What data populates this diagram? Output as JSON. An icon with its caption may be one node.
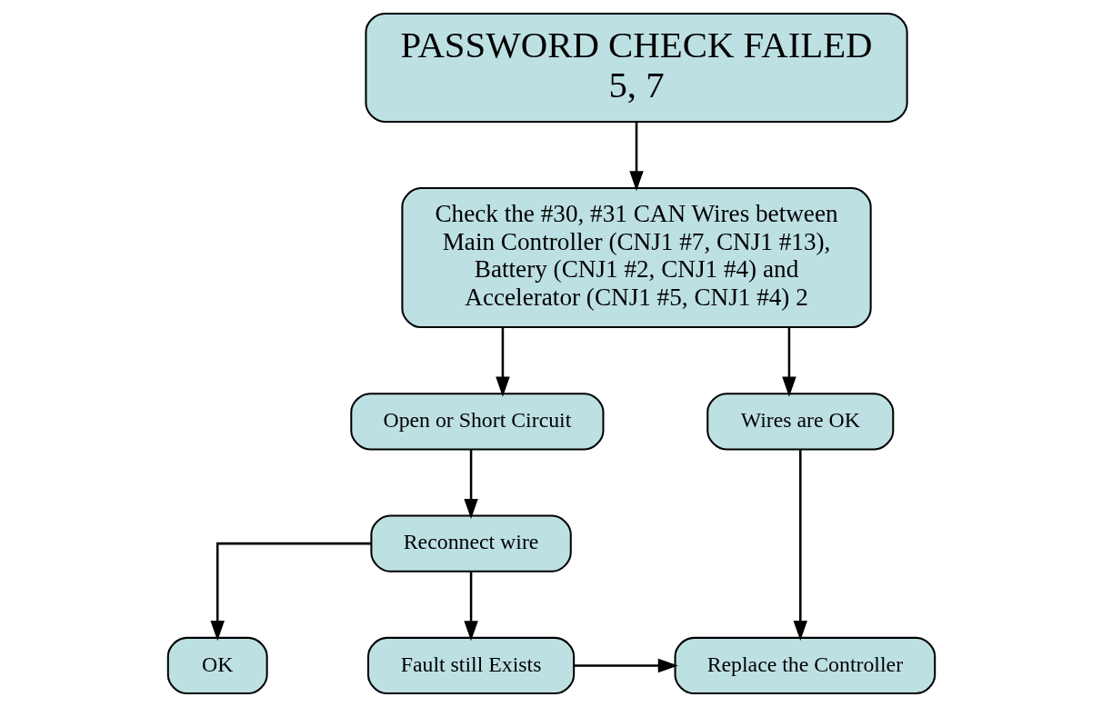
{
  "diagram": {
    "nodes": [
      {
        "text": [
          "PASSWORD CHECK FAILED",
          "5, 7"
        ]
      },
      {
        "text": [
          "Check the #30, #31 CAN Wires between Main Controller (CNJ1 #7, CNJ1 #13), Battery (CNJ1 #2, CNJ1 #4) and Accelerator (CNJ1 #5, CNJ1 #4) 2"
        ]
      },
      {
        "text": [
          "Open or Short Circuit"
        ]
      },
      {
        "text": [
          "Wires are OK"
        ]
      },
      {
        "text": [
          "Reconnect wire"
        ]
      },
      {
        "text": [
          "OK"
        ]
      },
      {
        "text": [
          "Fault still Exists"
        ]
      },
      {
        "text": [
          "Replace the Controller"
        ]
      }
    ],
    "edges": [
      {
        "from": 0,
        "to": 1,
        "arrow": "to"
      },
      {
        "from": 1,
        "to": 2,
        "arrow": "to"
      },
      {
        "from": 1,
        "to": 3,
        "arrow": "to"
      },
      {
        "from": 2,
        "to": 4,
        "arrow": "to"
      },
      {
        "from": 4,
        "to": 5,
        "arrow": "to"
      },
      {
        "from": 4,
        "to": 6,
        "arrow": "to"
      },
      {
        "from": 6,
        "to": 7,
        "arrow": "to"
      },
      {
        "from": 3,
        "to": 7,
        "arrow": "to"
      }
    ]
  }
}
